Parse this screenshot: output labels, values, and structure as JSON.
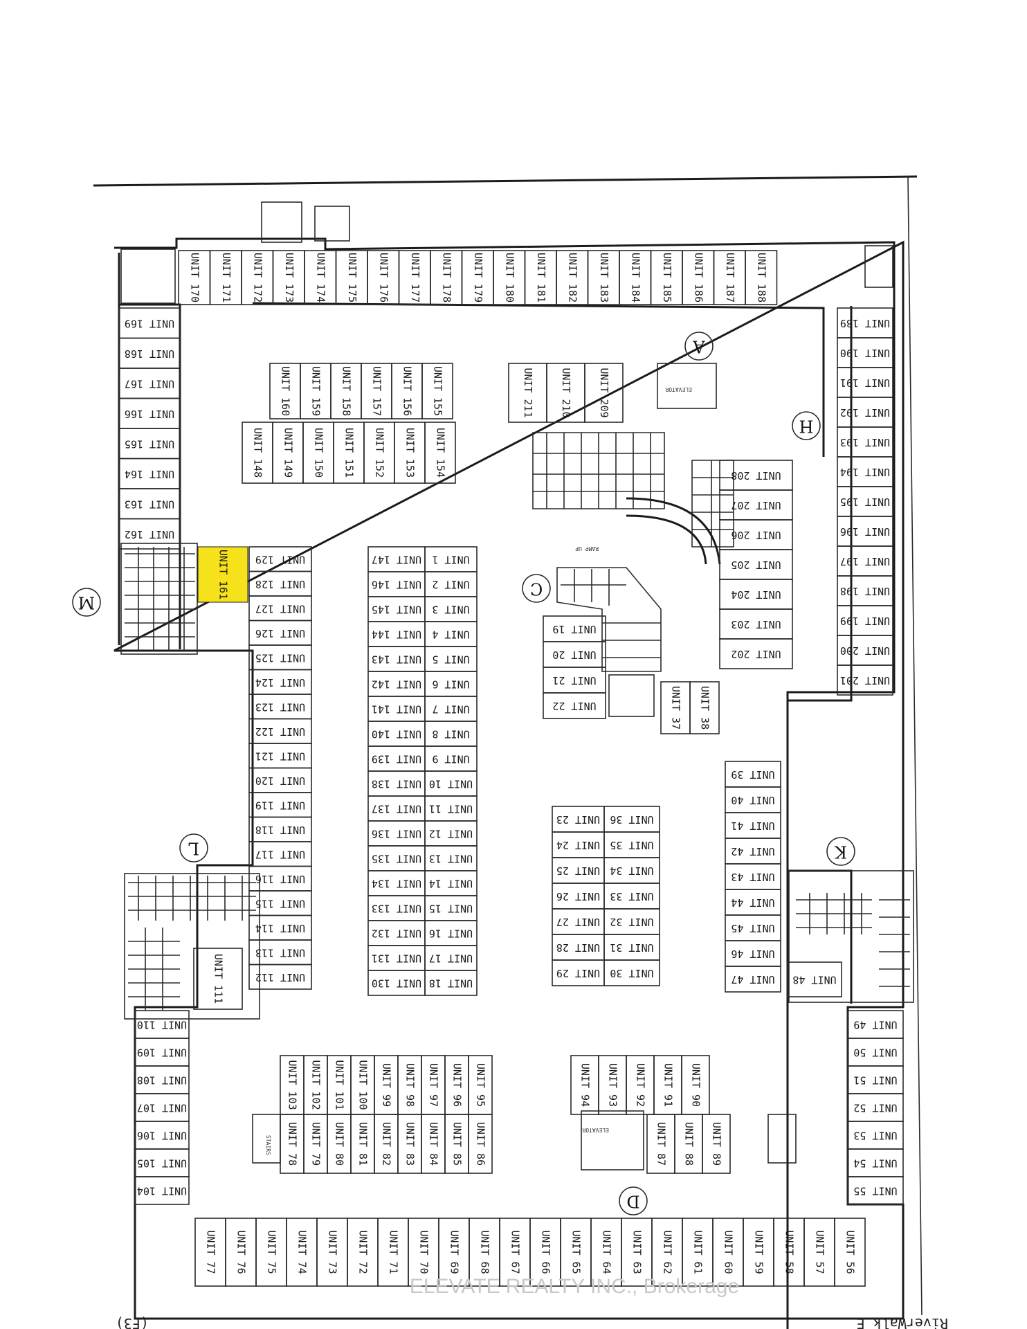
{
  "colors": {
    "highlight": "#F6E21B",
    "ink": "#1b1b1b",
    "watermark": "#c8c8c8"
  },
  "highlighted_unit": "UNIT 161",
  "section_markers": [
    "A",
    "H",
    "C",
    "M",
    "L",
    "K",
    "D"
  ],
  "labels": {
    "watermark": "ELEVATE REALTY INC., Brokerage",
    "footer_left": "(F3)",
    "footer_right": "RiverWalk E",
    "stairs": "STAIRS",
    "elevator": "ELEVATOR",
    "ramp": "RAMP UP"
  },
  "units": {
    "top_row": [
      "UNIT 170",
      "UNIT 171",
      "UNIT 172",
      "UNIT 173",
      "UNIT 174",
      "UNIT 175",
      "UNIT 176",
      "UNIT 177",
      "UNIT 178",
      "UNIT 179",
      "UNIT 180",
      "UNIT 181",
      "UNIT 182",
      "UNIT 183",
      "UNIT 184",
      "UNIT 185",
      "UNIT 186",
      "UNIT 187",
      "UNIT 188"
    ],
    "left_column_top": [
      "UNIT 169",
      "UNIT 168",
      "UNIT 167",
      "UNIT 166",
      "UNIT 165",
      "UNIT 164",
      "UNIT 163",
      "UNIT 162"
    ],
    "block_north_upper": [
      "UNIT 160",
      "UNIT 159",
      "UNIT 158",
      "UNIT 157",
      "UNIT 156",
      "UNIT 155"
    ],
    "block_north_lower": [
      "UNIT 148",
      "UNIT 149",
      "UNIT 150",
      "UNIT 151",
      "UNIT 152",
      "UNIT 153",
      "UNIT 154"
    ],
    "block_a_north": [
      "UNIT 211",
      "UNIT 210",
      "UNIT 209"
    ],
    "right_column": [
      "UNIT 189",
      "UNIT 190",
      "UNIT 191",
      "UNIT 192",
      "UNIT 193",
      "UNIT 194",
      "UNIT 195",
      "UNIT 196",
      "UNIT 197",
      "UNIT 198",
      "UNIT 199",
      "UNIT 200",
      "UNIT 201"
    ],
    "block_h": [
      "UNIT 208",
      "UNIT 207",
      "UNIT 206",
      "UNIT 205",
      "UNIT 204",
      "UNIT 203",
      "UNIT 202"
    ],
    "west_column": [
      "UNIT 129",
      "UNIT 128",
      "UNIT 127",
      "UNIT 126",
      "UNIT 125",
      "UNIT 124",
      "UNIT 123",
      "UNIT 122",
      "UNIT 121",
      "UNIT 120",
      "UNIT 119",
      "UNIT 118",
      "UNIT 117",
      "UNIT 116",
      "UNIT 115",
      "UNIT 114",
      "UNIT 113",
      "UNIT 112"
    ],
    "center_left_column": [
      "UNIT 147",
      "UNIT 146",
      "UNIT 145",
      "UNIT 144",
      "UNIT 143",
      "UNIT 142",
      "UNIT 141",
      "UNIT 140",
      "UNIT 139",
      "UNIT 138",
      "UNIT 137",
      "UNIT 136",
      "UNIT 135",
      "UNIT 134",
      "UNIT 133",
      "UNIT 132",
      "UNIT 131",
      "UNIT 130"
    ],
    "center_right_column": [
      "UNIT 1",
      "UNIT 2",
      "UNIT 3",
      "UNIT 4",
      "UNIT 5",
      "UNIT 6",
      "UNIT 7",
      "UNIT 8",
      "UNIT 9",
      "UNIT 10",
      "UNIT 11",
      "UNIT 12",
      "UNIT 13",
      "UNIT 14",
      "UNIT 15",
      "UNIT 16",
      "UNIT 17",
      "UNIT 18"
    ],
    "block_c": [
      "UNIT 19",
      "UNIT 20",
      "UNIT 21",
      "UNIT 22"
    ],
    "unit_37_38": [
      "UNIT 37",
      "UNIT 38"
    ],
    "mid_block_left": [
      "UNIT 23",
      "UNIT 24",
      "UNIT 25",
      "UNIT 26",
      "UNIT 27",
      "UNIT 28",
      "UNIT 29"
    ],
    "mid_block_right": [
      "UNIT 36",
      "UNIT 35",
      "UNIT 34",
      "UNIT 33",
      "UNIT 32",
      "UNIT 31",
      "UNIT 30"
    ],
    "east_column_k": [
      "UNIT 39",
      "UNIT 40",
      "UNIT 41",
      "UNIT 42",
      "UNIT 43",
      "UNIT 44",
      "UNIT 45",
      "UNIT 46",
      "UNIT 47"
    ],
    "unit_48": [
      "UNIT 48"
    ],
    "left_column_bottom": [
      "UNIT 110",
      "UNIT 109",
      "UNIT 108",
      "UNIT 107",
      "UNIT 106",
      "UNIT 105",
      "UNIT 104"
    ],
    "unit_111": [
      "UNIT 111"
    ],
    "bottom_block_upper": [
      "UNIT 103",
      "UNIT 102",
      "UNIT 101",
      "UNIT 100",
      "UNIT 99",
      "UNIT 98",
      "UNIT 97",
      "UNIT 96",
      "UNIT 95"
    ],
    "bottom_block_lower": [
      "UNIT 78",
      "UNIT 79",
      "UNIT 80",
      "UNIT 81",
      "UNIT 82",
      "UNIT 83",
      "UNIT 84",
      "UNIT 85",
      "UNIT 86"
    ],
    "block_d_upper": [
      "UNIT 94",
      "UNIT 93",
      "UNIT 92",
      "UNIT 91",
      "UNIT 90"
    ],
    "block_d_lower": [
      "UNIT 87",
      "UNIT 88",
      "UNIT 89"
    ],
    "right_column_bottom": [
      "UNIT 49",
      "UNIT 50",
      "UNIT 51",
      "UNIT 52",
      "UNIT 53",
      "UNIT 54",
      "UNIT 55"
    ],
    "bottom_row": [
      "UNIT 77",
      "UNIT 76",
      "UNIT 75",
      "UNIT 74",
      "UNIT 73",
      "UNIT 72",
      "UNIT 71",
      "UNIT 70",
      "UNIT 69",
      "UNIT 68",
      "UNIT 67",
      "UNIT 66",
      "UNIT 65",
      "UNIT 64",
      "UNIT 63",
      "UNIT 62",
      "UNIT 61",
      "UNIT 60",
      "UNIT 59",
      "UNIT 58",
      "UNIT 57",
      "UNIT 56"
    ]
  }
}
